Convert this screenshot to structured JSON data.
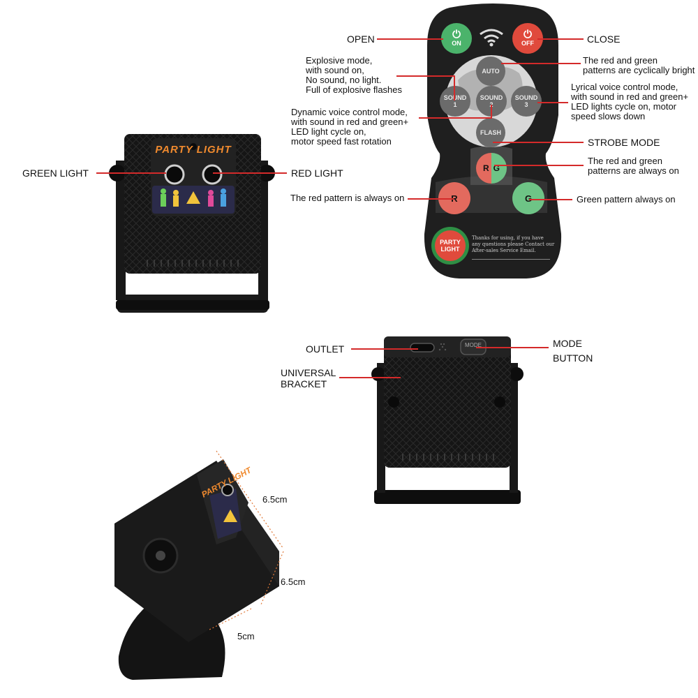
{
  "remote": {
    "on_label": "ON",
    "off_label": "OFF",
    "auto_label": "AUTO",
    "sound1_label": [
      "SOUND",
      "1"
    ],
    "sound2_label": [
      "SOUND",
      "2"
    ],
    "sound3_label": [
      "SOUND",
      "3"
    ],
    "flash_label": "FLASH",
    "rg_r": "R",
    "rg_g": "G",
    "r_label": "R",
    "g_label": "G",
    "logo": "PARTY LIGHT",
    "footer_lines": [
      "Thanks for using, if you have",
      "any questions please Contact our",
      "After-sales Service Email."
    ]
  },
  "callouts": {
    "open": "OPEN",
    "close": "CLOSE",
    "explosive": [
      "Explosive mode,",
      "with sound on,",
      "No sound, no light.",
      "Full of explosive flashes"
    ],
    "auto_desc": [
      "The red and green",
      "patterns are cyclically bright"
    ],
    "lyrical": [
      "Lyrical voice control mode,",
      "with sound in red and green+",
      "LED lights cycle on, motor",
      "speed slows down"
    ],
    "dynamic": [
      "Dynamic voice control mode,",
      "with sound in red and green+",
      "LED light cycle on,",
      "motor speed fast rotation"
    ],
    "strobe": "STROBE MODE",
    "rg_desc": [
      "The red and green",
      "patterns are always on"
    ],
    "red_always": "The red pattern is always on",
    "green_always": "Green pattern always on",
    "green_light": "GREEN LIGHT",
    "red_light": "RED LIGHT",
    "outlet": "OUTLET",
    "mode_button": [
      "MODE",
      "BUTTON"
    ],
    "universal_bracket": [
      "UNIVERSAL",
      "BRACKET"
    ]
  },
  "device": {
    "logo": "PARTY LIGHT",
    "mode_key": "MODE"
  },
  "dimensions": {
    "d1": "6.5cm",
    "d2": "6.5cm",
    "d3": "5cm"
  },
  "colors": {
    "accent_line": "#d42a2a",
    "remote_body": "#1f1f1f",
    "on_green": "#4bb36b",
    "off_red": "#e04a3c"
  },
  "icons": [
    "wifi-icon",
    "power-icon"
  ]
}
